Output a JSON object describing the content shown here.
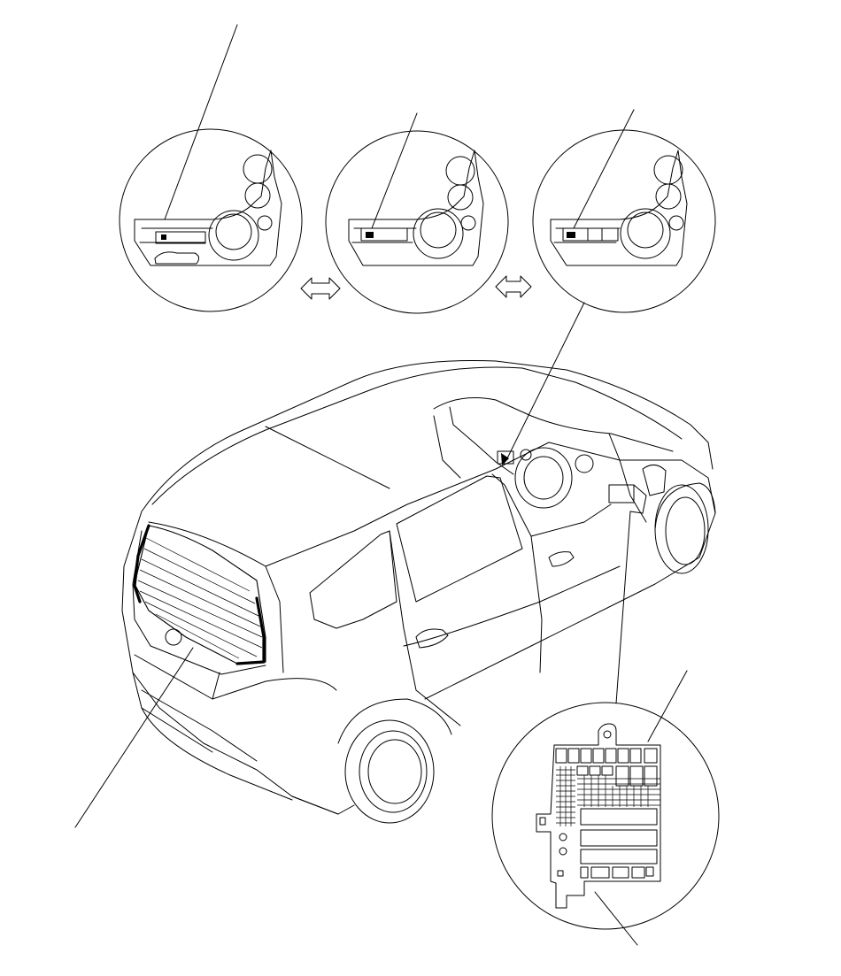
{
  "figure": {
    "title": "",
    "callouts": [],
    "views": [
      "vehicle-overview",
      "dashboard-switch-variant-1",
      "dashboard-switch-variant-2",
      "dashboard-switch-variant-3",
      "under-dash-fuse-relay-box"
    ],
    "highlighted": [
      "rear-window-defogger-grid",
      "dashboard-switch",
      "fuse-relay-box"
    ]
  }
}
